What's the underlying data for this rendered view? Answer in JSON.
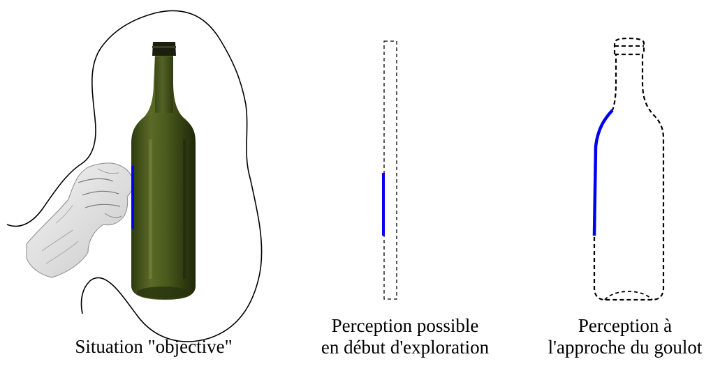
{
  "panels": [
    {
      "id": "objective",
      "caption_lines": [
        "Situation \"objective\""
      ]
    },
    {
      "id": "start",
      "caption_lines": [
        "Perception possible",
        "en début d'exploration"
      ]
    },
    {
      "id": "neck",
      "caption_lines": [
        "Perception à",
        "l'approche du goulot"
      ]
    }
  ],
  "colors": {
    "perceived_contact": "#0000ee",
    "bottle_glass": "#3c4a17",
    "outline": "#000000",
    "background": "#ffffff"
  },
  "icons": {
    "hand": "hand-drawing",
    "bottle": "wine-bottle"
  }
}
